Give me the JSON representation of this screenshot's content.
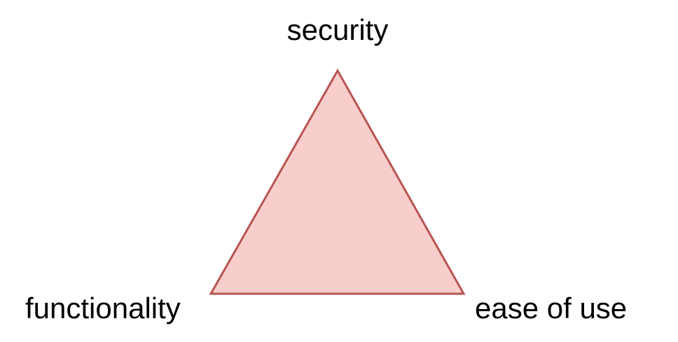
{
  "diagram": {
    "type": "triangle",
    "vertices": {
      "top": "security",
      "bottom_left": "functionality",
      "bottom_right": "ease of use"
    },
    "colors": {
      "fill": "#f8cecc",
      "stroke": "#b85450",
      "text": "#000000",
      "background": "#ffffff"
    }
  }
}
